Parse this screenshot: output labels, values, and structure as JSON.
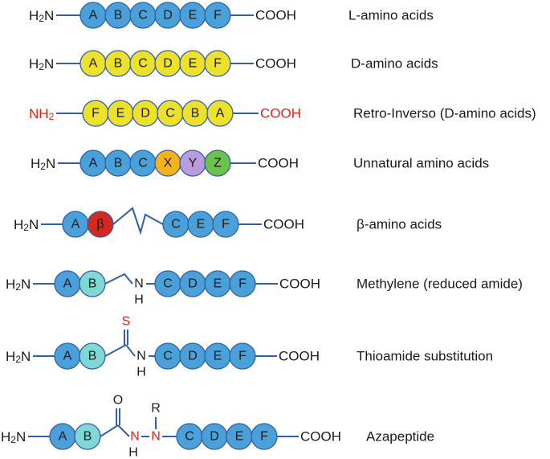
{
  "colors": {
    "blue": "#4aa0d8",
    "yellow": "#eee12c",
    "orange": "#f3b21b",
    "purple": "#b99cdc",
    "green": "#6cc24a",
    "red": "#d5281f",
    "cyan": "#7fd8d4",
    "bond": "#2f5fa8",
    "highlight": "#e8201a"
  },
  "rows": [
    {
      "id": "l-amino",
      "label": "L-amino acids",
      "n_term": "H2N",
      "c_term": "COOH",
      "segments": [
        {
          "type": "beads",
          "residues": [
            {
              "letter": "A",
              "color": "blue"
            },
            {
              "letter": "B",
              "color": "blue"
            },
            {
              "letter": "C",
              "color": "blue"
            },
            {
              "letter": "D",
              "color": "blue"
            },
            {
              "letter": "E",
              "color": "blue"
            },
            {
              "letter": "F",
              "color": "blue"
            }
          ]
        }
      ]
    },
    {
      "id": "d-amino",
      "label": "D-amino acids",
      "n_term": "H2N",
      "c_term": "COOH",
      "segments": [
        {
          "type": "beads",
          "residues": [
            {
              "letter": "A",
              "color": "yellow"
            },
            {
              "letter": "B",
              "color": "yellow"
            },
            {
              "letter": "C",
              "color": "yellow"
            },
            {
              "letter": "D",
              "color": "yellow"
            },
            {
              "letter": "E",
              "color": "yellow"
            },
            {
              "letter": "F",
              "color": "yellow"
            }
          ]
        }
      ]
    },
    {
      "id": "retro-inverso",
      "label": "Retro-Inverso (D-amino acids)",
      "n_term": "NH2",
      "c_term": "COOH",
      "terms_highlight": true,
      "segments": [
        {
          "type": "beads",
          "residues": [
            {
              "letter": "F",
              "color": "yellow"
            },
            {
              "letter": "E",
              "color": "yellow"
            },
            {
              "letter": "D",
              "color": "yellow"
            },
            {
              "letter": "C",
              "color": "yellow"
            },
            {
              "letter": "B",
              "color": "yellow"
            },
            {
              "letter": "A",
              "color": "yellow"
            }
          ]
        }
      ]
    },
    {
      "id": "unnatural",
      "label": "Unnatural amino acids",
      "n_term": "H2N",
      "c_term": "COOH",
      "segments": [
        {
          "type": "beads",
          "residues": [
            {
              "letter": "A",
              "color": "blue"
            },
            {
              "letter": "B",
              "color": "blue"
            },
            {
              "letter": "C",
              "color": "blue"
            },
            {
              "letter": "X",
              "color": "orange"
            },
            {
              "letter": "Y",
              "color": "purple"
            },
            {
              "letter": "Z",
              "color": "green"
            }
          ]
        }
      ]
    },
    {
      "id": "beta-amino",
      "label": "β-amino acids",
      "n_term": "H2N",
      "c_term": "COOH",
      "segments": [
        {
          "type": "beads",
          "residues": [
            {
              "letter": "A",
              "color": "blue"
            },
            {
              "letter": "β",
              "color": "red"
            }
          ]
        },
        {
          "type": "zigzag"
        },
        {
          "type": "beads",
          "residues": [
            {
              "letter": "C",
              "color": "blue"
            },
            {
              "letter": "E",
              "color": "blue"
            },
            {
              "letter": "F",
              "color": "blue"
            }
          ]
        }
      ]
    },
    {
      "id": "methylene",
      "label": "Methylene (reduced amide)",
      "n_term": "H2N",
      "c_term": "COOH",
      "segments": [
        {
          "type": "beads",
          "residues": [
            {
              "letter": "A",
              "color": "blue"
            },
            {
              "letter": "B",
              "color": "cyan"
            }
          ]
        },
        {
          "type": "linker",
          "kind": "methylene",
          "atoms": {
            "n": "N",
            "h": "H"
          }
        },
        {
          "type": "beads",
          "residues": [
            {
              "letter": "C",
              "color": "blue"
            },
            {
              "letter": "D",
              "color": "blue"
            },
            {
              "letter": "E",
              "color": "blue"
            },
            {
              "letter": "F",
              "color": "blue"
            }
          ]
        }
      ]
    },
    {
      "id": "thioamide",
      "label": "Thioamide substitution",
      "n_term": "H2N",
      "c_term": "COOH",
      "segments": [
        {
          "type": "beads",
          "residues": [
            {
              "letter": "A",
              "color": "blue"
            },
            {
              "letter": "B",
              "color": "cyan"
            }
          ]
        },
        {
          "type": "linker",
          "kind": "thioamide",
          "atoms": {
            "s": "S",
            "n": "N",
            "h": "H"
          }
        },
        {
          "type": "beads",
          "residues": [
            {
              "letter": "C",
              "color": "blue"
            },
            {
              "letter": "D",
              "color": "blue"
            },
            {
              "letter": "E",
              "color": "blue"
            },
            {
              "letter": "F",
              "color": "blue"
            }
          ]
        }
      ]
    },
    {
      "id": "azapeptide",
      "label": "Azapeptide",
      "n_term": "H2N",
      "c_term": "COOH",
      "segments": [
        {
          "type": "beads",
          "residues": [
            {
              "letter": "A",
              "color": "blue"
            },
            {
              "letter": "B",
              "color": "cyan"
            }
          ]
        },
        {
          "type": "linker",
          "kind": "aza",
          "atoms": {
            "o": "O",
            "n1": "N",
            "h": "H",
            "n2": "N",
            "r": "R"
          }
        },
        {
          "type": "beads",
          "residues": [
            {
              "letter": "C",
              "color": "blue"
            },
            {
              "letter": "D",
              "color": "blue"
            },
            {
              "letter": "E",
              "color": "blue"
            },
            {
              "letter": "F",
              "color": "blue"
            }
          ]
        }
      ]
    }
  ]
}
